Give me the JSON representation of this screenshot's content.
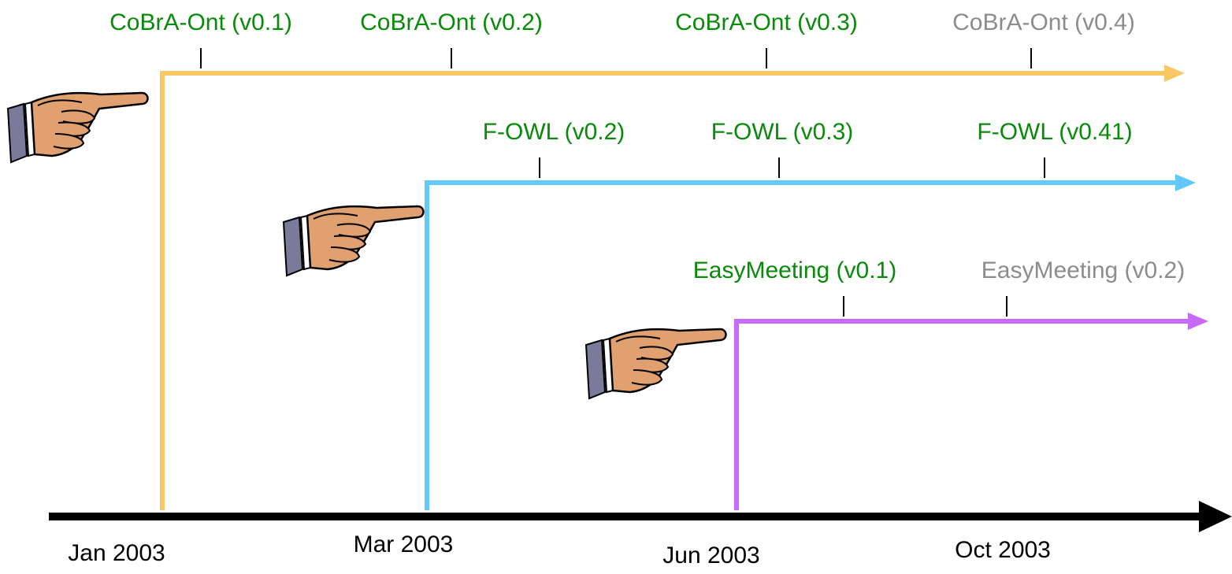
{
  "colors": {
    "released": "#0a8a0a",
    "planned": "#8c8c8c",
    "axis": "#000000",
    "hand_skin": "#e0a070",
    "hand_cuff": "#7a7a9a"
  },
  "axis": {
    "labels": [
      "Jan 2003",
      "Mar 2003",
      "Jun 2003",
      "Oct 2003"
    ]
  },
  "tracks": [
    {
      "name": "cobra",
      "color": "#f8c866",
      "versions": [
        {
          "label": "CoBrA-Ont (v0.1)",
          "status": "released"
        },
        {
          "label": "CoBrA-Ont (v0.2)",
          "status": "released"
        },
        {
          "label": "CoBrA-Ont (v0.3)",
          "status": "released"
        },
        {
          "label": "CoBrA-Ont (v0.4)",
          "status": "planned"
        }
      ]
    },
    {
      "name": "fowl",
      "color": "#66c8f8",
      "versions": [
        {
          "label": "F-OWL (v0.2)",
          "status": "released"
        },
        {
          "label": "F-OWL (v0.3)",
          "status": "released"
        },
        {
          "label": "F-OWL (v0.41)",
          "status": "released"
        }
      ]
    },
    {
      "name": "easymeeting",
      "color": "#c86af8",
      "versions": [
        {
          "label": "EasyMeeting (v0.1)",
          "status": "released"
        },
        {
          "label": "EasyMeeting (v0.2)",
          "status": "planned"
        }
      ]
    }
  ],
  "hands": [
    {
      "icon": "pointing-hand-icon"
    },
    {
      "icon": "pointing-hand-icon"
    },
    {
      "icon": "pointing-hand-icon"
    }
  ]
}
